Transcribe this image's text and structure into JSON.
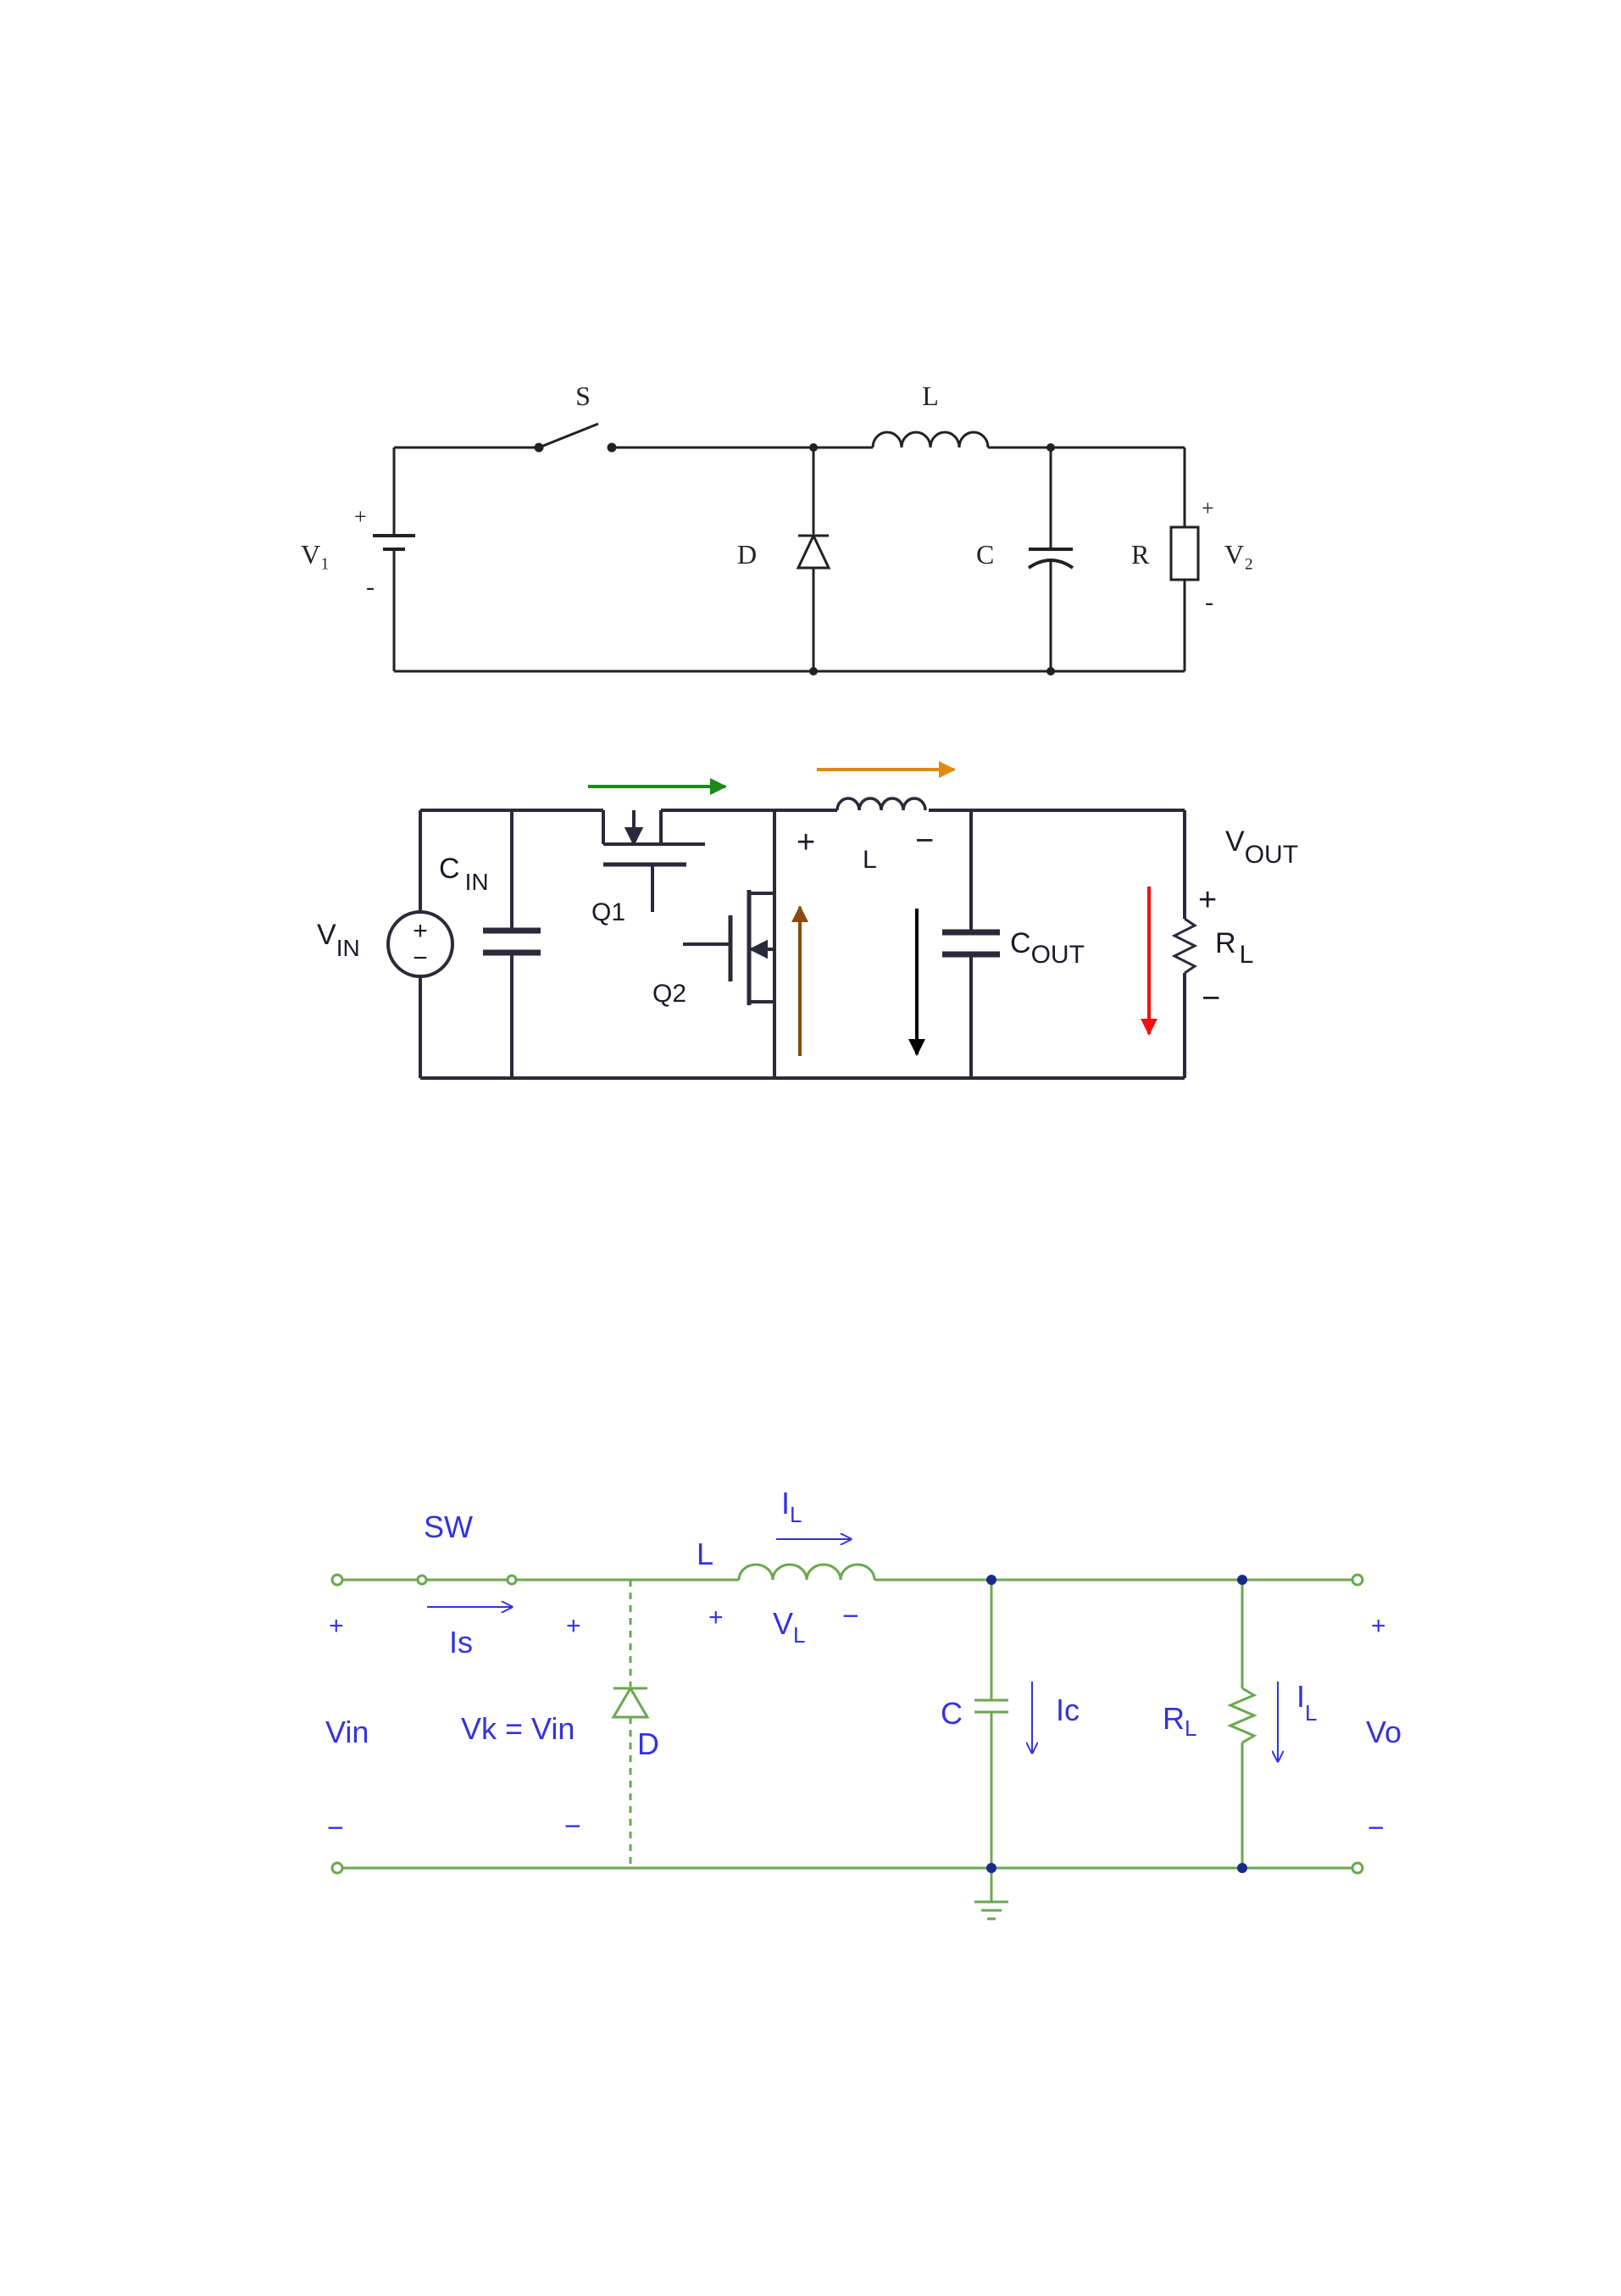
{
  "diagram1": {
    "labels": {
      "switch": "S",
      "inductor": "L",
      "source": "V₁",
      "source_plus": "+",
      "source_minus": "-",
      "diode": "D",
      "capacitor": "C",
      "resistor": "R",
      "output": "V₂",
      "out_plus": "+",
      "out_minus": "-"
    }
  },
  "diagram2": {
    "labels": {
      "cin_main": "C",
      "cin_sub": "IN",
      "vin_main": "V",
      "vin_sub": "IN",
      "source_plus": "+",
      "source_minus": "−",
      "q1": "Q1",
      "q2": "Q2",
      "l_plus": "+",
      "l_minus": "−",
      "inductor": "L",
      "cout_main": "C",
      "cout_sub": "OUT",
      "vout_main": "V",
      "vout_sub": "OUT",
      "out_plus": "+",
      "out_minus": "−",
      "rl_main": "R",
      "rl_sub": "L"
    },
    "arrow_colors": {
      "q1_current": "#1a8a1a",
      "inductor_current": "#e08a10",
      "q2_current": "#8a4a10",
      "cap_current": "#000000",
      "load_current": "#ee1111"
    }
  },
  "diagram3": {
    "wire_color": "#6aa84f",
    "text_color": "#3333dd",
    "labels": {
      "sw": "SW",
      "is": "Is",
      "vin_plus": "+",
      "vin": "Vin",
      "vin_minus": "−",
      "k_plus": "+",
      "vk": "Vk = Vin",
      "k_minus": "−",
      "diode": "D",
      "inductor": "L",
      "il_top_main": "I",
      "il_top_sub": "L",
      "vl_plus": "+",
      "vl_main": "V",
      "vl_sub": "L",
      "vl_minus": "−",
      "capacitor": "C",
      "ic": "Ic",
      "rl_main": "R",
      "rl_sub": "L",
      "il_main": "I",
      "il_sub": "L",
      "vo_plus": "+",
      "vo": "Vo",
      "vo_minus": "−"
    }
  }
}
